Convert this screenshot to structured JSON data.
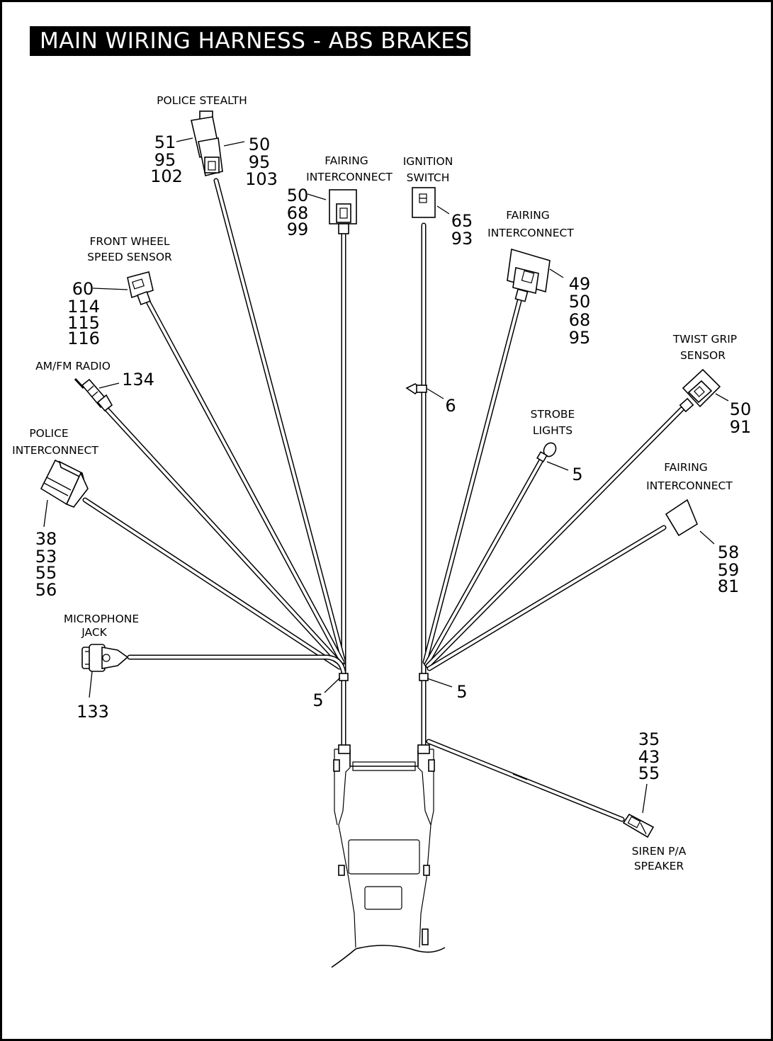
{
  "title": "MAIN WIRING HARNESS - ABS BRAKES",
  "colors": {
    "ink": "#000000",
    "paper": "#ffffff"
  },
  "labels": {
    "police_stealth": "POLICE STEALTH",
    "fairing_interconnect_top": [
      "FAIRING",
      "INTERCONNECT"
    ],
    "ignition_switch": [
      "IGNITION",
      "SWITCH"
    ],
    "fairing_interconnect_right": [
      "FAIRING",
      "INTERCONNECT"
    ],
    "front_wheel_speed_sensor": [
      "FRONT WHEEL",
      "SPEED SENSOR"
    ],
    "am_fm_radio": "AM/FM RADIO",
    "police_interconnect": [
      "POLICE",
      "INTERCONNECT"
    ],
    "twist_grip_sensor": [
      "TWIST GRIP",
      "SENSOR"
    ],
    "strobe_lights": [
      "STROBE",
      "LIGHTS"
    ],
    "fairing_interconnect_lower_right": [
      "FAIRING",
      "INTERCONNECT"
    ],
    "microphone_jack": [
      "MICROPHONE",
      "JACK"
    ],
    "siren_pa_speaker": [
      "SIREN P/A",
      "SPEAKER"
    ]
  },
  "callouts": {
    "police_stealth_left": [
      "51",
      "95",
      "102"
    ],
    "police_stealth_right": [
      "50",
      "95",
      "103"
    ],
    "fairing_interconnect_top": [
      "50",
      "68",
      "99"
    ],
    "ignition_switch": [
      "65",
      "93"
    ],
    "fairing_interconnect_right": [
      "49",
      "50",
      "68",
      "95"
    ],
    "front_wheel_speed_sensor": [
      "60",
      "114",
      "115",
      "116"
    ],
    "am_fm_radio": [
      "134"
    ],
    "police_interconnect": [
      "38",
      "53",
      "55",
      "56"
    ],
    "clip": [
      "6"
    ],
    "twist_grip_sensor": [
      "50",
      "91"
    ],
    "strobe_lights": [
      "5"
    ],
    "fairing_interconnect_lower_right": [
      "58",
      "59",
      "81"
    ],
    "microphone_jack": [
      "133"
    ],
    "tie_left": [
      "5"
    ],
    "tie_right": [
      "5"
    ],
    "siren_pa_speaker": [
      "35",
      "43",
      "55"
    ]
  }
}
